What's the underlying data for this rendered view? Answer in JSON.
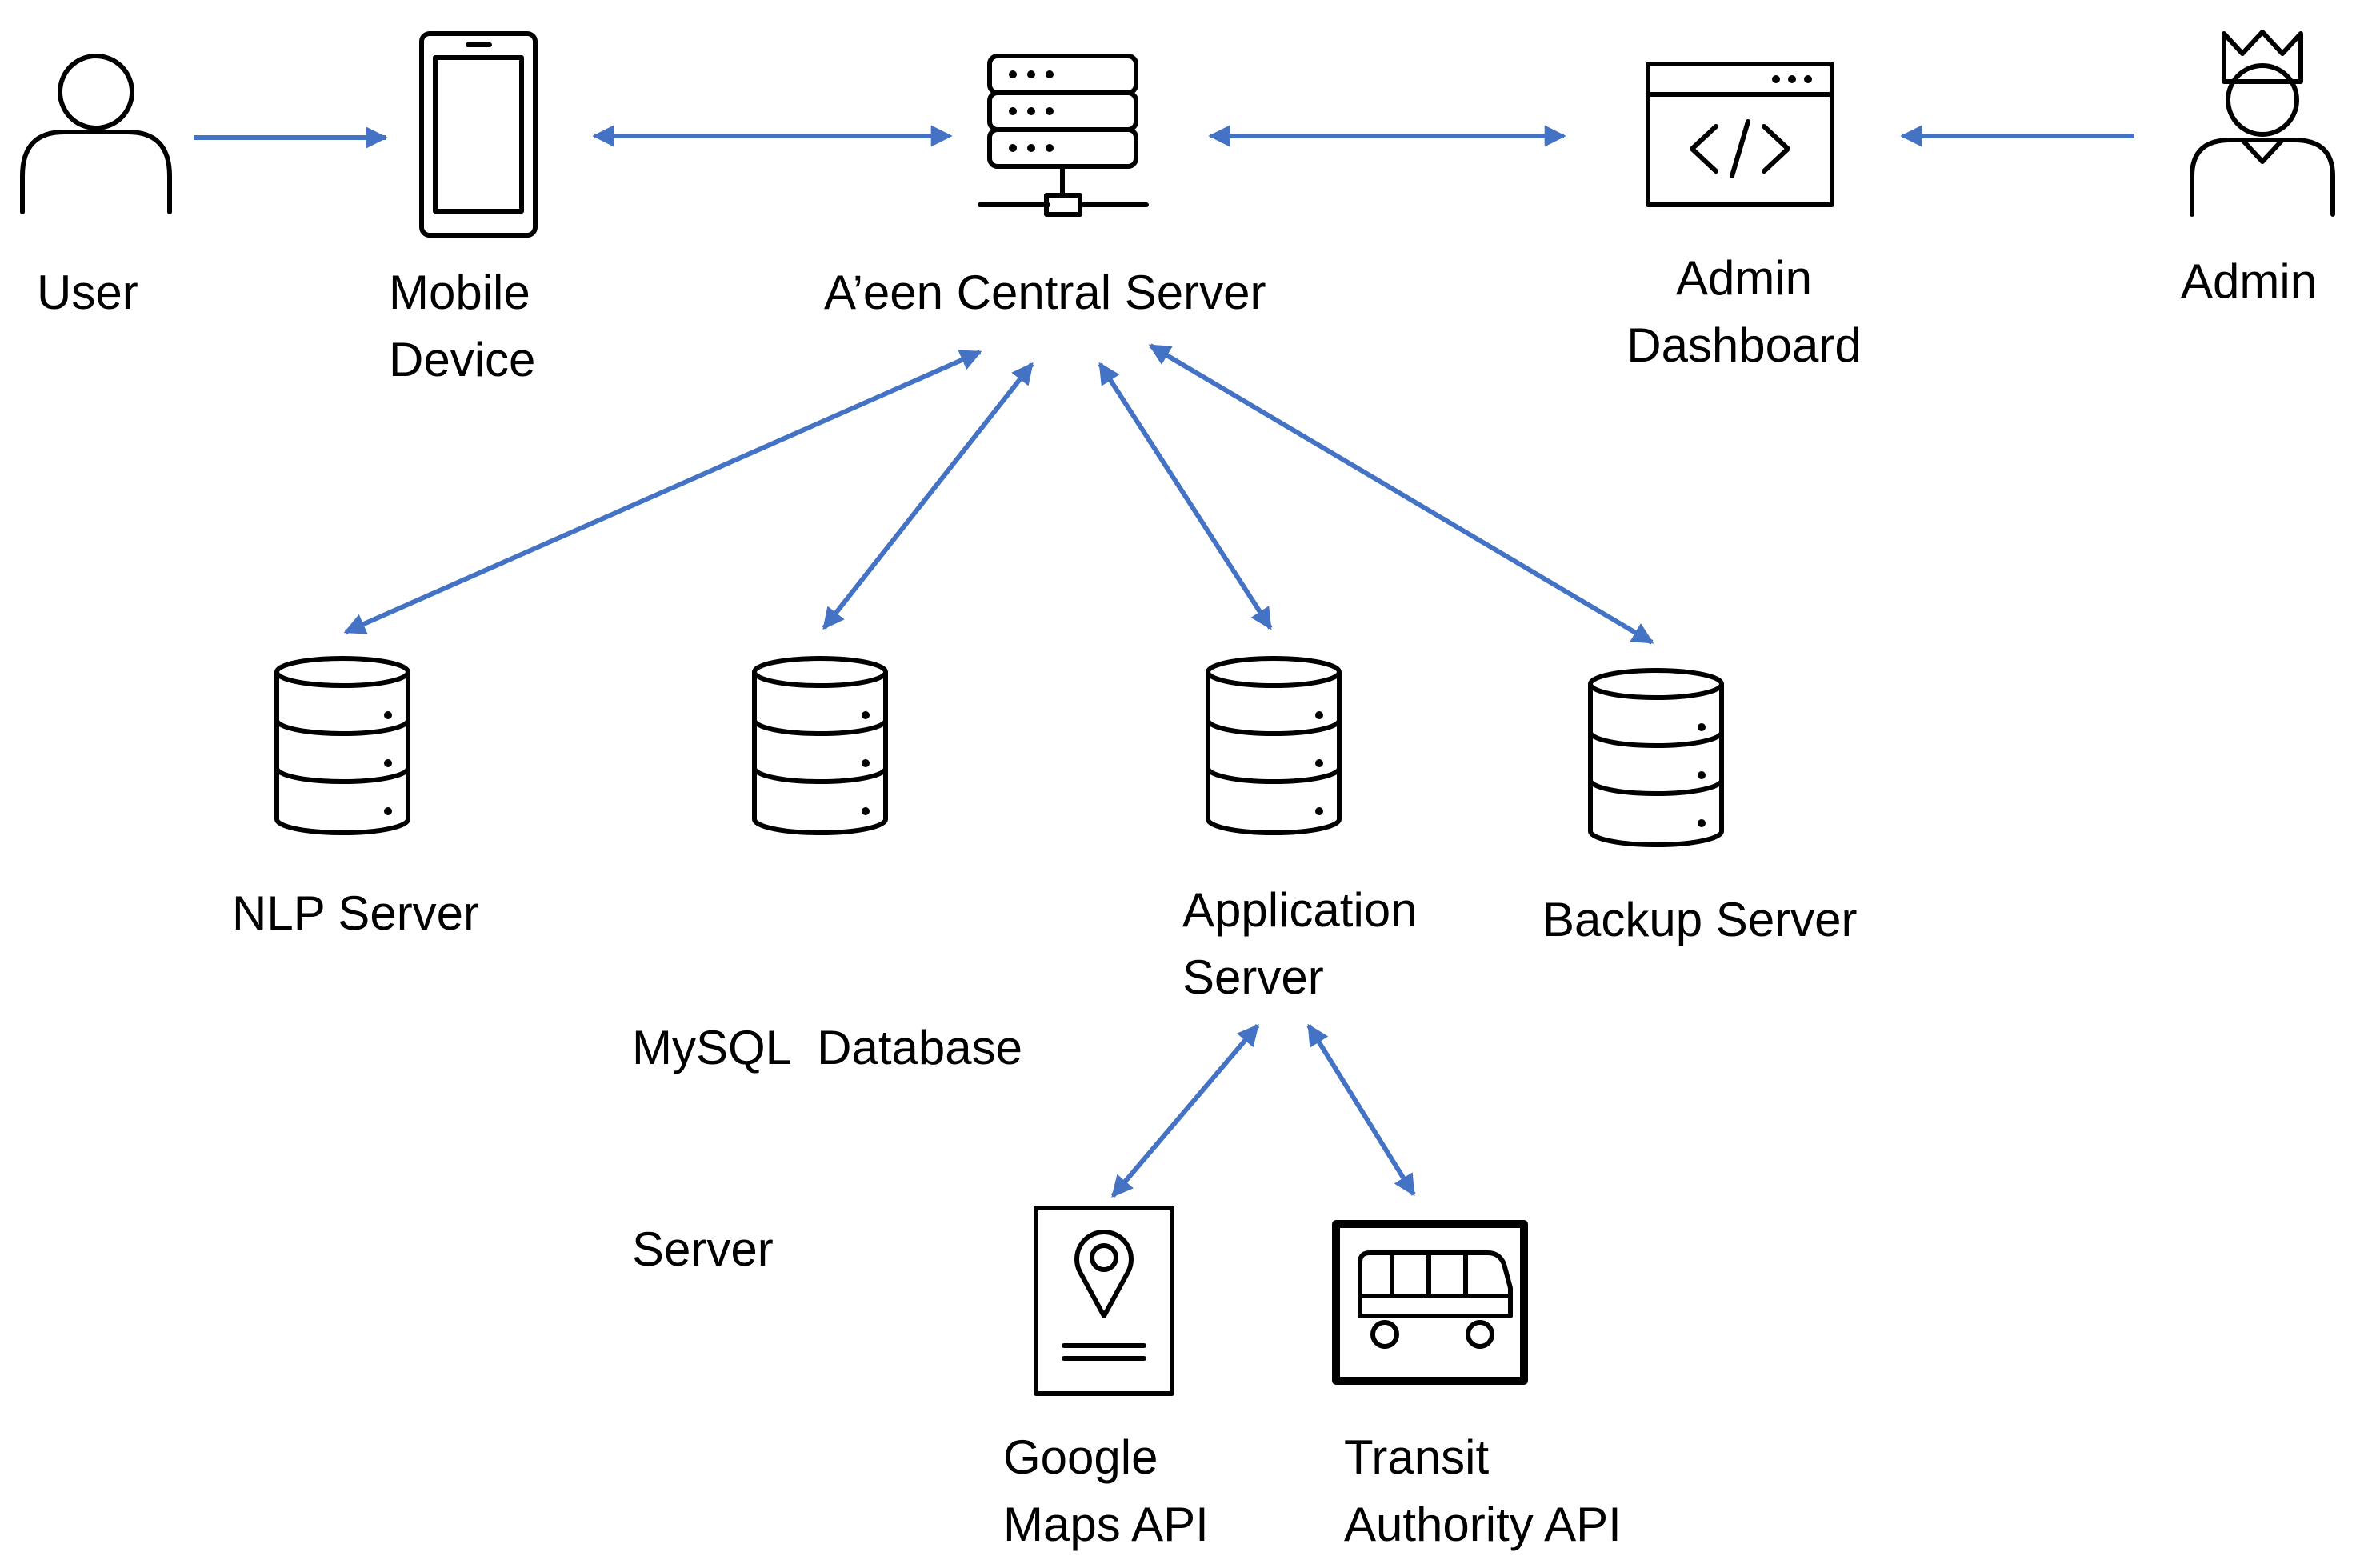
{
  "diagram": {
    "edge_color": "#4472C4",
    "nodes": {
      "user": {
        "icon": "user-icon",
        "lines": [
          "User"
        ]
      },
      "mobile": {
        "icon": "mobile-phone-icon",
        "lines": [
          "Mobile",
          "Device"
        ]
      },
      "central": {
        "icon": "server-rack-icon",
        "lines": [
          "A’een Central Server"
        ]
      },
      "dashboard": {
        "icon": "code-window-icon",
        "lines": [
          "Admin",
          "Dashboard"
        ]
      },
      "admin": {
        "icon": "admin-crown-user-icon",
        "lines": [
          "Admin"
        ]
      },
      "nlp": {
        "icon": "database-icon",
        "lines": [
          "NLP Server"
        ]
      },
      "mysql": {
        "icon": "database-icon",
        "lines": [
          "MySQL  Database",
          "Server"
        ]
      },
      "appserver": {
        "icon": "database-icon",
        "lines": [
          "Application",
          "Server"
        ]
      },
      "backup": {
        "icon": "database-icon",
        "lines": [
          "Backup Server"
        ]
      },
      "gmaps": {
        "icon": "map-pin-document-icon",
        "lines": [
          "Google",
          "Maps API"
        ]
      },
      "transit": {
        "icon": "bus-icon",
        "lines": [
          "Transit",
          "Authority API"
        ]
      }
    },
    "edges": [
      {
        "from": "user",
        "to": "mobile",
        "direction": "forward"
      },
      {
        "from": "mobile",
        "to": "central",
        "direction": "both"
      },
      {
        "from": "central",
        "to": "dashboard",
        "direction": "both"
      },
      {
        "from": "admin",
        "to": "dashboard",
        "direction": "forward"
      },
      {
        "from": "central",
        "to": "nlp",
        "direction": "both"
      },
      {
        "from": "central",
        "to": "mysql",
        "direction": "both"
      },
      {
        "from": "central",
        "to": "appserver",
        "direction": "both"
      },
      {
        "from": "central",
        "to": "backup",
        "direction": "both"
      },
      {
        "from": "appserver",
        "to": "gmaps",
        "direction": "both"
      },
      {
        "from": "appserver",
        "to": "transit",
        "direction": "both"
      }
    ]
  }
}
